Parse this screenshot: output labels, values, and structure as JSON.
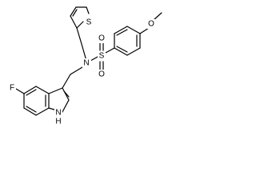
{
  "structure": {
    "atom_labels": {
      "F": "F",
      "NH": "N",
      "H": "H",
      "N": "N",
      "S_thiophene": "S",
      "S_sulfonyl": "S",
      "O_top": "O",
      "O_bottom": "O",
      "O_methoxy": "O"
    }
  }
}
